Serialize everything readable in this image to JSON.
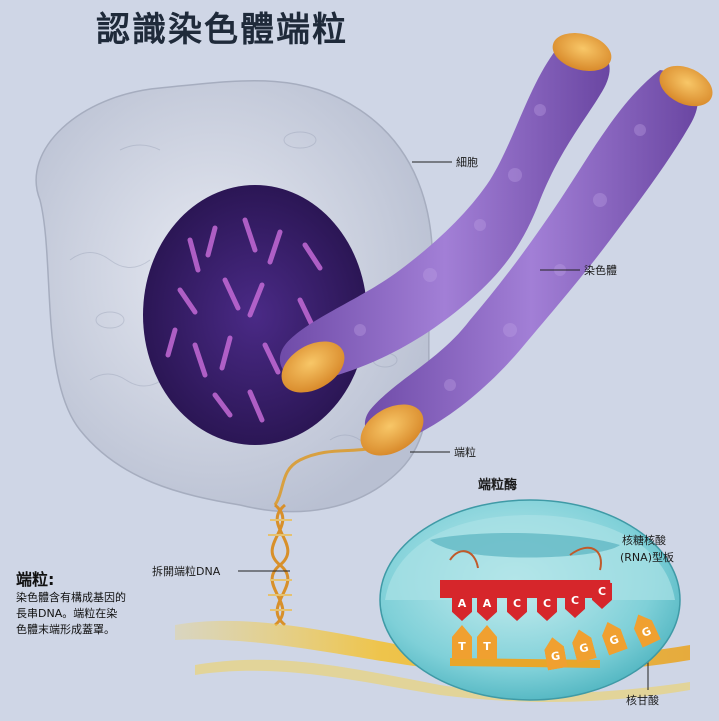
{
  "title": "認識染色體端粒",
  "labels": {
    "cell": "細胞",
    "chromosome": "染色體",
    "telomere": "端粒",
    "telomerase": "端粒酶",
    "unwound_dna": "拆開端粒DNA",
    "rna_template_line1": "核糖核酸",
    "rna_template_line2": "(RNA)型板",
    "nucleotide": "核甘酸"
  },
  "description": {
    "heading": "端粒:",
    "body": "染色體含有構成基因的長串DNA。端粒在染色體末端形成蓋罩。"
  },
  "template_bases": [
    "A",
    "A",
    "C",
    "C",
    "C",
    "C"
  ],
  "paired_bases": [
    "T",
    "T"
  ],
  "new_bases": [
    "G",
    "G",
    "G",
    "G"
  ],
  "colors": {
    "background": "#cfd6e6",
    "chromosome": "#8a63c2",
    "telomere_cap": "#e8a640",
    "nucleus": "#3b2170",
    "enzyme": "#6fc7d0",
    "rna_red": "#d6262b",
    "base_orange": "#f0a030"
  }
}
